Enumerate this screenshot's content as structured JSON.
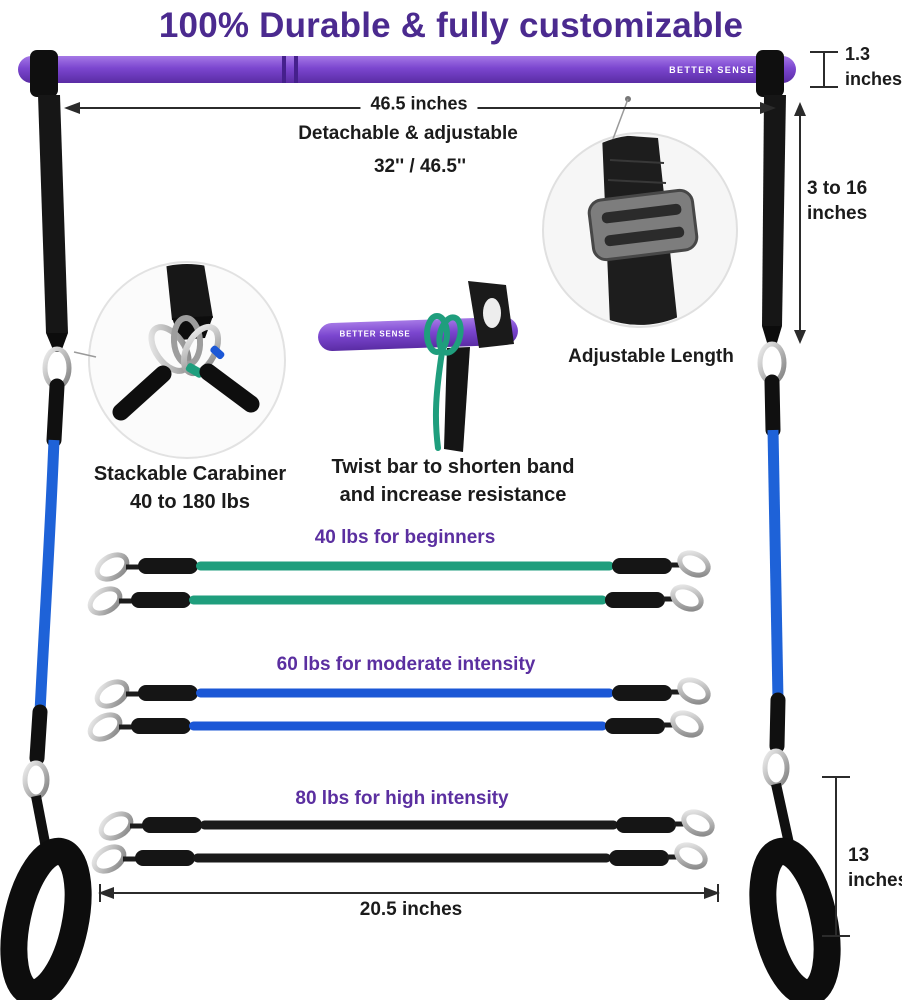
{
  "title": "100% Durable & fully customizable",
  "brand": "BETTER SENSE",
  "bar": {
    "length": "46.5 inches",
    "detachable": "Detachable & adjustable",
    "sizes": "32'' / 46.5''",
    "diameter_value": "1.3",
    "diameter_unit": "inches"
  },
  "strap": {
    "range_value": "3 to 16",
    "range_unit": "inches",
    "adjustable_label": "Adjustable Length"
  },
  "carabiner": {
    "line1": "Stackable Carabiner",
    "line2": "40 to 180 lbs"
  },
  "twist": {
    "line1": "Twist bar to shorten band",
    "line2": "and increase resistance"
  },
  "bands": [
    {
      "label": "40 lbs for beginners",
      "color": "#1f9e7d"
    },
    {
      "label": "60 lbs for moderate intensity",
      "color": "#1b57d6"
    },
    {
      "label": "80 lbs for high intensity",
      "color": "#1a1a1a"
    }
  ],
  "band_length": "20.5 inches",
  "handle": {
    "length_value": "13",
    "length_unit": "inches"
  },
  "colors": {
    "title_purple": "#4b2a8f",
    "header_purple": "#5b2fa0",
    "bar_purple": "#7b46cf",
    "tube_blue": "#1e62d8"
  }
}
